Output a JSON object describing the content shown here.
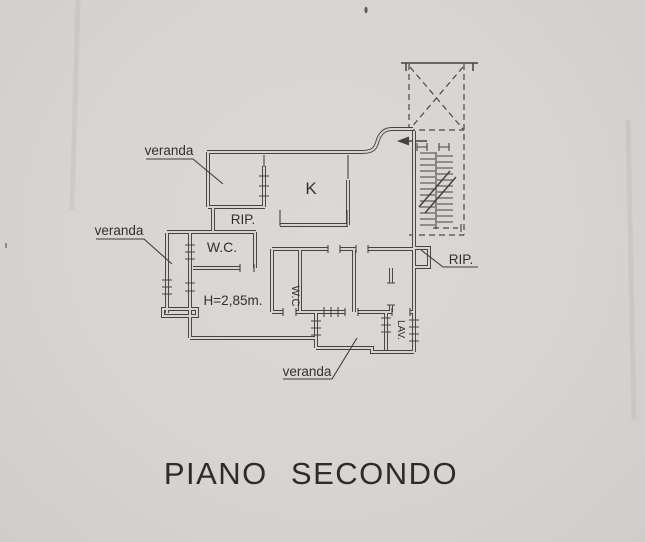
{
  "document": {
    "title": "PIANO SECONDO"
  },
  "plan": {
    "labels": {
      "veranda_top_left": "veranda",
      "veranda_left": "veranda",
      "veranda_bottom": "veranda",
      "kitchen": "K",
      "storage_upper": "RIP.",
      "storage_right": "RIP.",
      "wc_main": "W.C.",
      "wc_inner": "W.C",
      "laundry": "LAV.",
      "ceiling_height": "H=2,85m."
    },
    "colors": {
      "paper": "#d7d5d2",
      "ink": "#45433f",
      "text_ink": "#33312e",
      "title_ink": "#2e2c29"
    }
  }
}
